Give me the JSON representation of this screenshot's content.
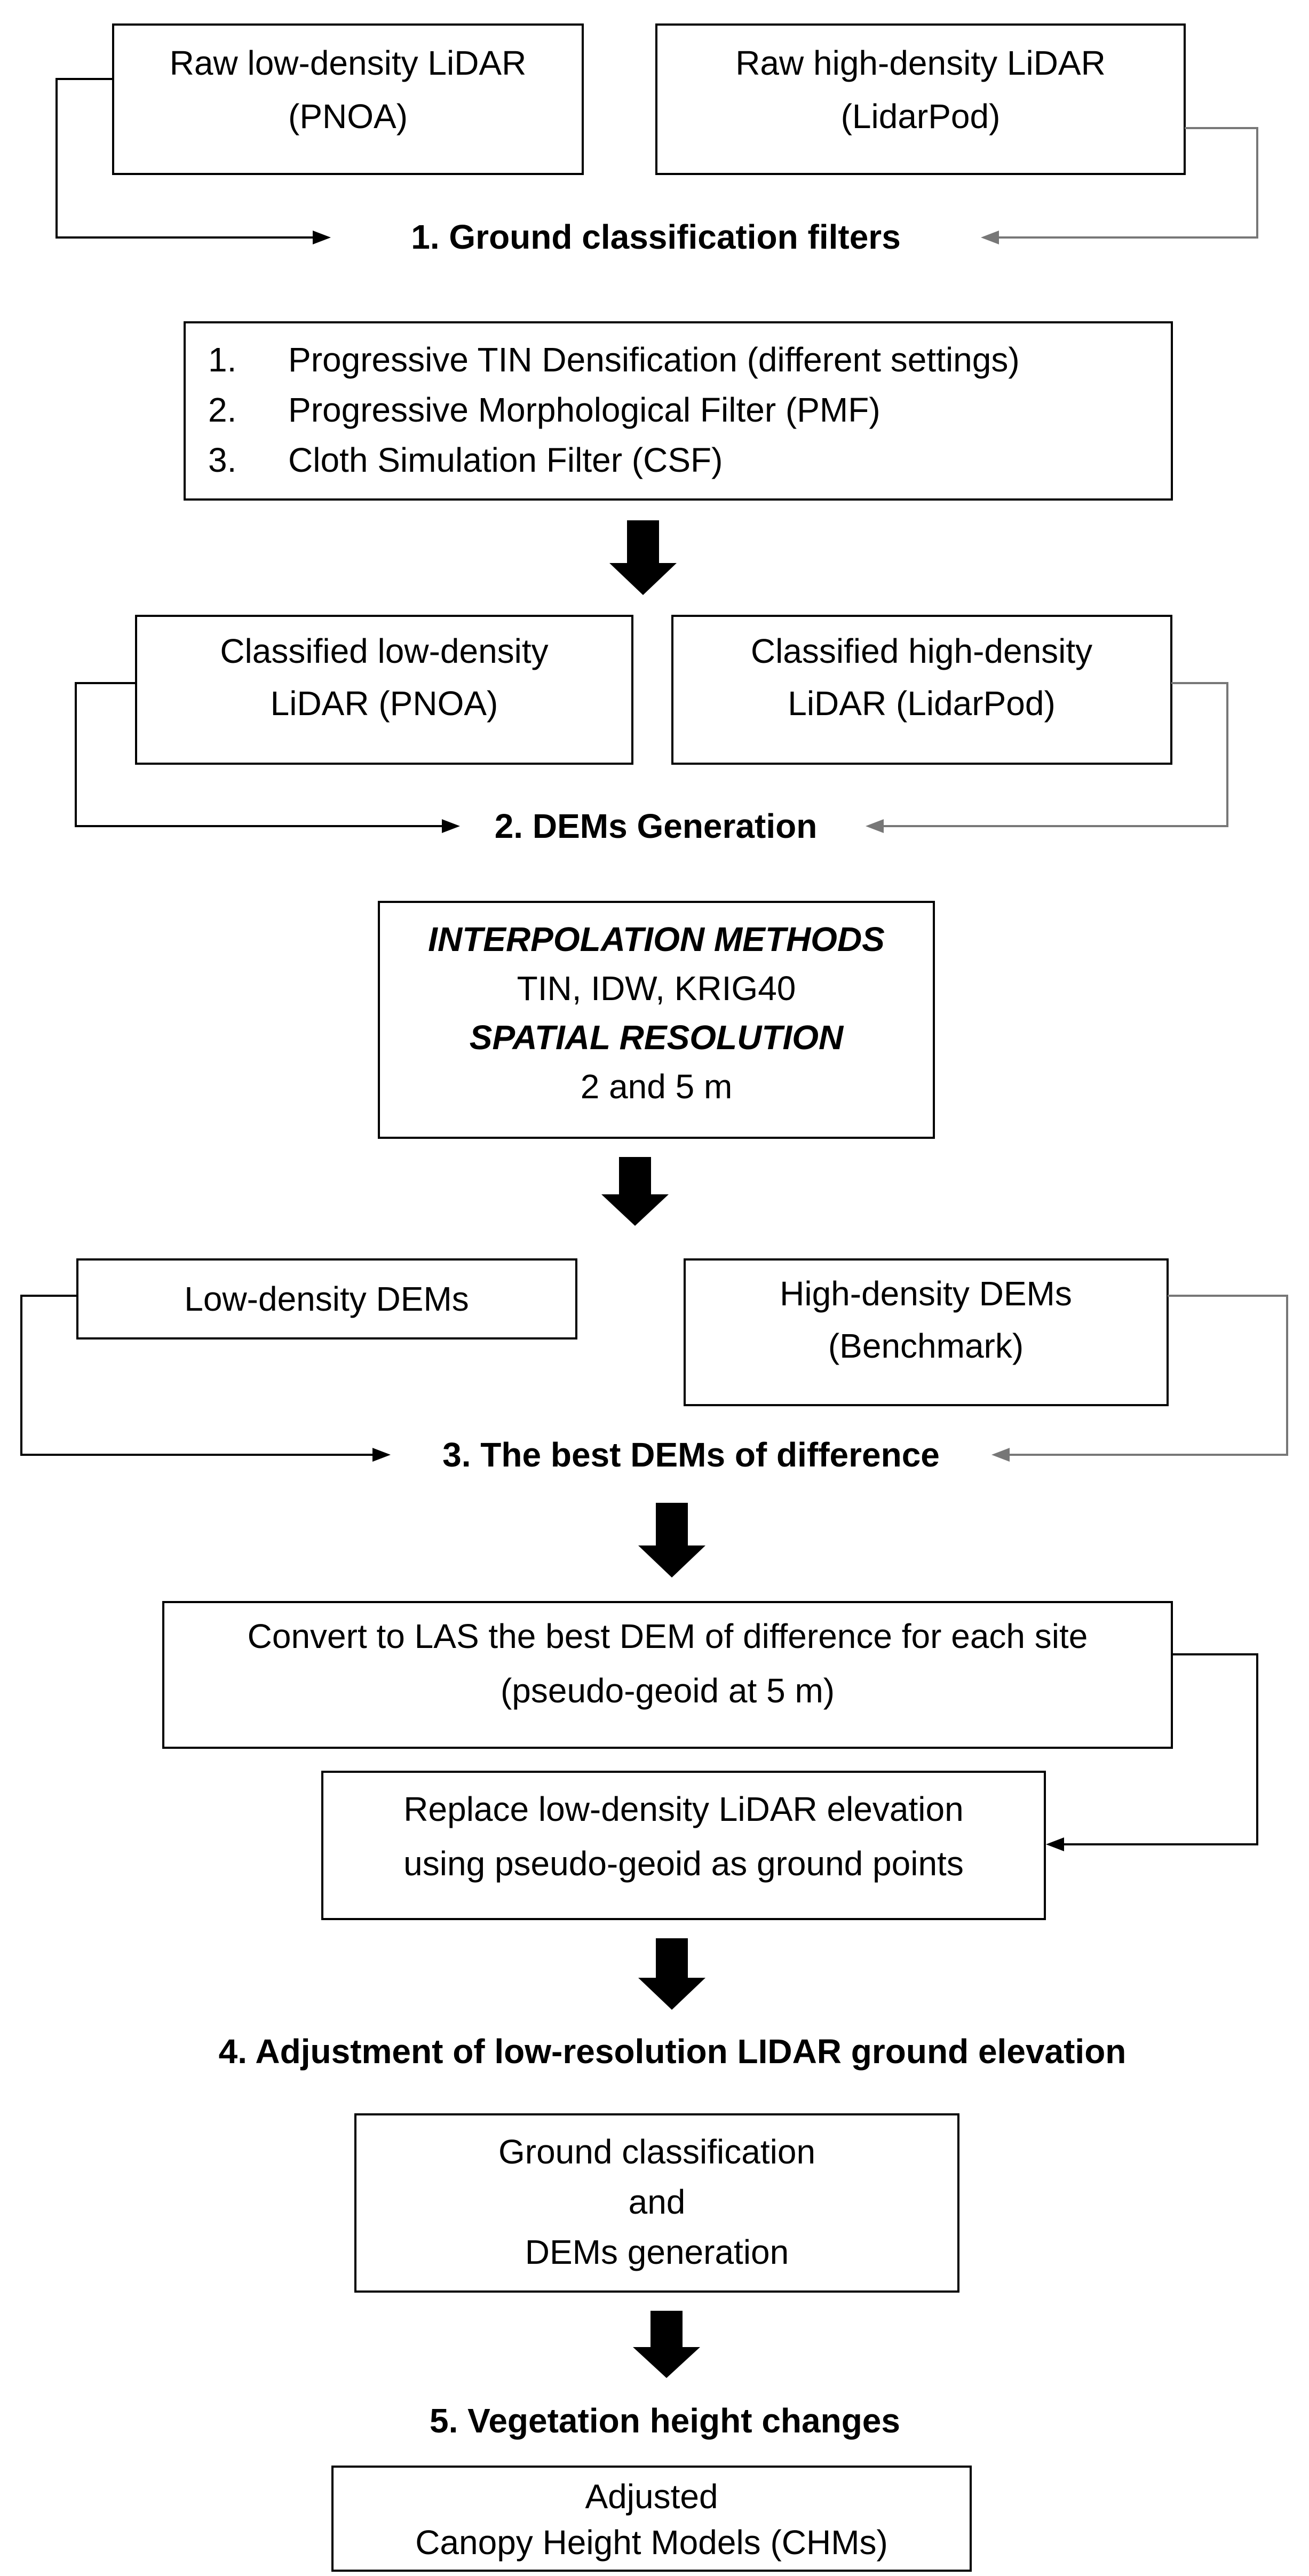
{
  "inputs": {
    "raw_low": [
      "Raw low-density LiDAR",
      "(PNOA)"
    ],
    "raw_high": [
      "Raw high-density LiDAR",
      "(LidarPod)"
    ]
  },
  "steps": {
    "s1": "1. Ground classification filters",
    "s2": "2. DEMs  Generation",
    "s3": "3. The best DEMs of difference",
    "s4": "4. Adjustment of low-resolution LIDAR ground elevation",
    "s5": "5. Vegetation height changes"
  },
  "filters": [
    {
      "num": "1.",
      "label": "Progressive TIN Densification (different settings)"
    },
    {
      "num": "2.",
      "label": "Progressive Morphological Filter (PMF)"
    },
    {
      "num": "3.",
      "label": "Cloth Simulation Filter (CSF)"
    }
  ],
  "classified": {
    "low": [
      "Classified low-density",
      "LiDAR (PNOA)"
    ],
    "high": [
      "Classified high-density",
      "LiDAR (LidarPod)"
    ]
  },
  "interp": {
    "heading1": "INTERPOLATION METHODS",
    "line1": "TIN, IDW, KRIG40",
    "heading2": "SPATIAL RESOLUTION",
    "line2": "2 and 5 m"
  },
  "dems": {
    "low": "Low-density DEMs",
    "high": [
      "High-density DEMs",
      "(Benchmark)"
    ]
  },
  "convert": [
    "Convert to LAS the best DEM of difference for each site",
    "(pseudo-geoid at 5 m)"
  ],
  "replace": [
    "Replace low-density LiDAR elevation",
    "using pseudo-geoid as ground points"
  ],
  "ground_dem": [
    "Ground classification",
    "and",
    "DEMs generation"
  ],
  "chm": [
    "Adjusted",
    "Canopy Height Models (CHMs)"
  ]
}
